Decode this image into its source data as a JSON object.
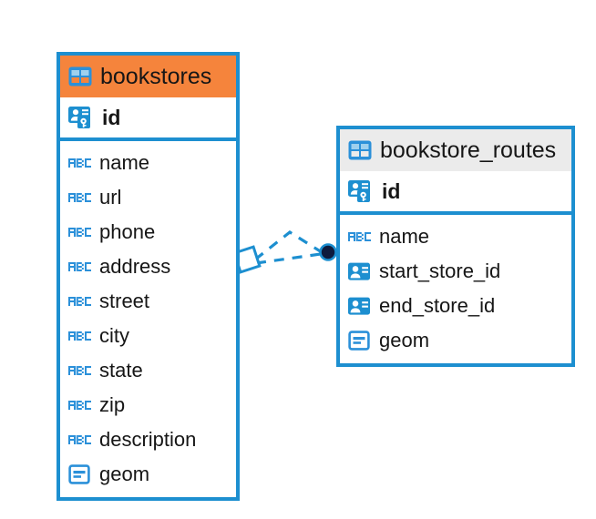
{
  "diagram": {
    "type": "entity-relationship-diagram",
    "background": "#ffffff",
    "accent_blue": "#1d8fd0",
    "header_orange": "#f5843c",
    "header_grey": "#ebebeb",
    "text_color": "#161616"
  },
  "tables": [
    {
      "name": "bookstores",
      "header_style": "orange",
      "primary_key": {
        "label": "id",
        "icon": "primary-key-icon"
      },
      "columns": [
        {
          "label": "name",
          "icon": "abc-text-icon"
        },
        {
          "label": "url",
          "icon": "abc-text-icon"
        },
        {
          "label": "phone",
          "icon": "abc-text-icon"
        },
        {
          "label": "address",
          "icon": "abc-text-icon"
        },
        {
          "label": "street",
          "icon": "abc-text-icon"
        },
        {
          "label": "city",
          "icon": "abc-text-icon"
        },
        {
          "label": "state",
          "icon": "abc-text-icon"
        },
        {
          "label": "zip",
          "icon": "abc-text-icon"
        },
        {
          "label": "description",
          "icon": "abc-text-icon"
        },
        {
          "label": "geom",
          "icon": "geometry-icon"
        }
      ]
    },
    {
      "name": "bookstore_routes",
      "header_style": "grey",
      "primary_key": {
        "label": "id",
        "icon": "primary-key-icon"
      },
      "columns": [
        {
          "label": "name",
          "icon": "abc-text-icon"
        },
        {
          "label": "start_store_id",
          "icon": "foreign-key-icon"
        },
        {
          "label": "end_store_id",
          "icon": "foreign-key-icon"
        },
        {
          "label": "geom",
          "icon": "geometry-icon"
        }
      ]
    }
  ],
  "relationship": {
    "style": "dashed",
    "color": "#1d8fd0",
    "source_endpoint": "diamond-outline",
    "target_endpoint": "filled-circle",
    "target_endpoint_color": "#0d1b3e",
    "edge_count": 2
  }
}
